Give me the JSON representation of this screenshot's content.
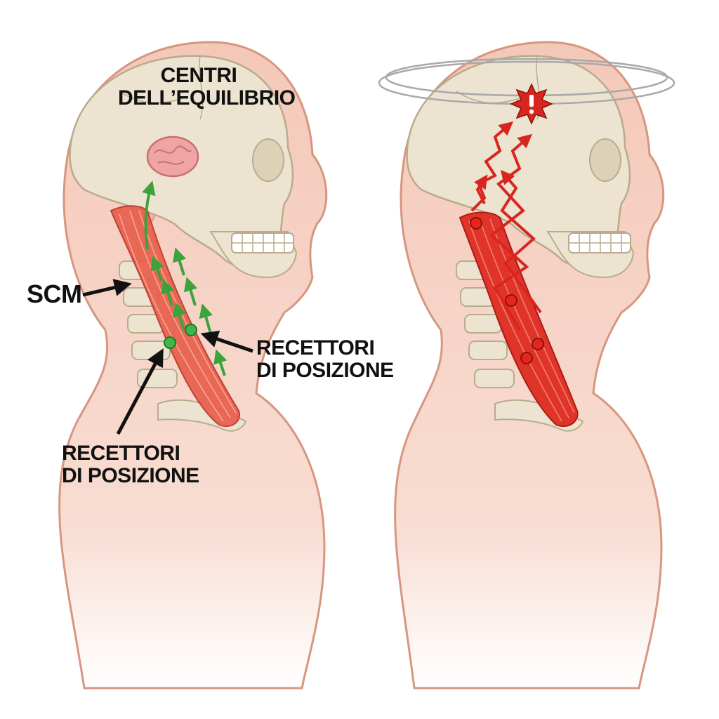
{
  "labels": {
    "balance_centers": {
      "line1": "CENTRI",
      "line2": "DELL’EQUILIBRIO"
    },
    "scm": "SCM",
    "receptors_right": {
      "line1": "RECETTORI",
      "line2": "DI POSIZIONE"
    },
    "receptors_lower": {
      "line1": "RECETTORI",
      "line2": "DI POSIZIONE"
    }
  },
  "colors": {
    "skin": "#f4c8b8",
    "skin_outline": "#d7967f",
    "skull": "#ece4d0",
    "skull_outline": "#b9ab8c",
    "muscle": "#e85f4c",
    "muscle_irritated": "#e0342a",
    "signal_normal": "#3aa33c",
    "signal_alarm": "#d8261e",
    "brain": "#f0a5a5",
    "label_text": "#111111"
  }
}
